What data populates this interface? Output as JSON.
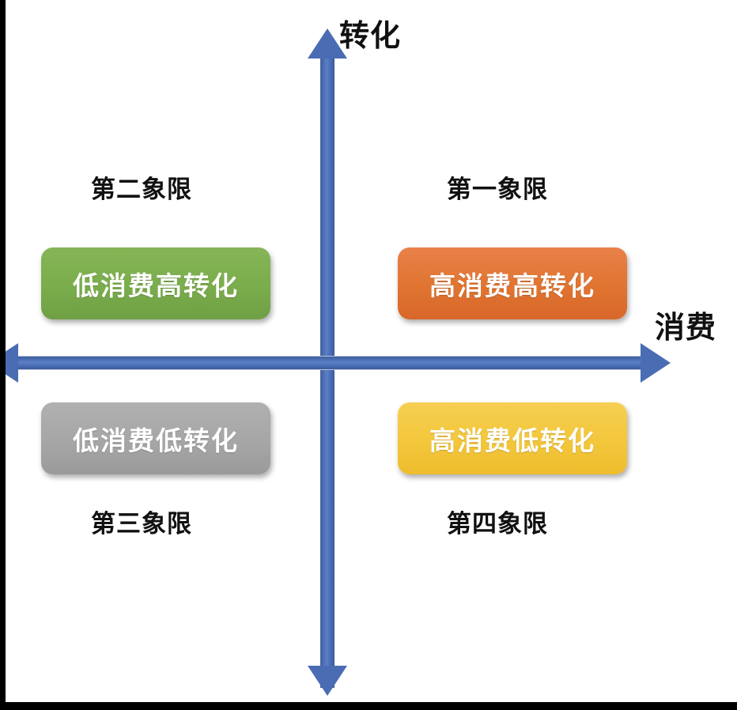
{
  "diagram": {
    "type": "2x2-quadrant-matrix",
    "axes": {
      "y_label": "转化",
      "x_label": "消费",
      "y_arrow_up": "arrow-up-icon",
      "y_arrow_down": "arrow-down-icon",
      "x_arrow_left": "arrow-left-icon",
      "x_arrow_right": "arrow-right-icon",
      "axis_color": "#4a6cb3"
    },
    "quadrants": [
      {
        "key": "q1",
        "name": "第一象限",
        "card_label": "高消费高转化",
        "color": "#e07430",
        "position": "top-right"
      },
      {
        "key": "q2",
        "name": "第二象限",
        "card_label": "低消费高转化",
        "color": "#7aad4c",
        "position": "top-left"
      },
      {
        "key": "q3",
        "name": "第三象限",
        "card_label": "低消费低转化",
        "color": "#a6a6a6",
        "position": "bottom-left"
      },
      {
        "key": "q4",
        "name": "第四象限",
        "card_label": "高消费低转化",
        "color": "#f3c63b",
        "position": "bottom-right"
      }
    ]
  }
}
